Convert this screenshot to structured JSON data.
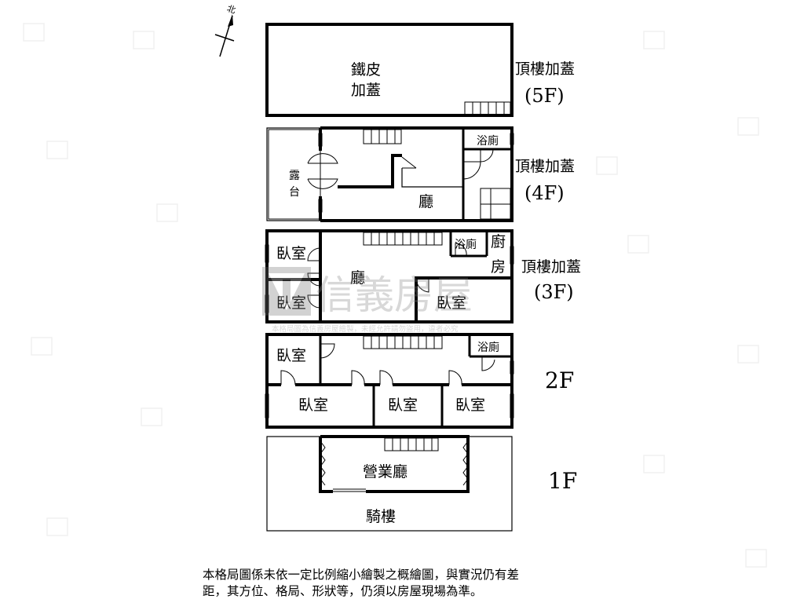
{
  "compass": {
    "label": "北",
    "icon": "north-arrow-icon"
  },
  "floors": [
    {
      "id": "5f",
      "title": "頂樓加蓋",
      "level": "(5F)",
      "rooms": {
        "main": "鐵皮",
        "main2": "加蓋"
      }
    },
    {
      "id": "4f",
      "title": "頂樓加蓋",
      "level": "(4F)",
      "rooms": {
        "terrace": "露",
        "terrace2": "台",
        "hall": "廳",
        "bath": "浴廁"
      }
    },
    {
      "id": "3f",
      "title": "頂樓加蓋",
      "level": "(3F)",
      "rooms": {
        "bedroom_nw": "臥室",
        "bedroom_sw": "臥室",
        "hall": "廳",
        "bath": "浴廁",
        "kitchen": "廚",
        "kitchen2": "房",
        "bedroom_se": "臥室"
      }
    },
    {
      "id": "2f",
      "level": "2F",
      "rooms": {
        "bedroom_nw": "臥室",
        "bath": "浴廁",
        "bedroom_1": "臥室",
        "bedroom_2": "臥室",
        "bedroom_3": "臥室"
      }
    },
    {
      "id": "1f",
      "level": "1F",
      "rooms": {
        "shop": "營業廳",
        "arcade": "騎樓"
      }
    }
  ],
  "watermark": {
    "brand": "信義房屋",
    "notice": "本格局圖為信義房屋繪製，未經允許請勿盜用，違者必究"
  },
  "disclaimer": {
    "line1": "本格局圖係未依一定比例縮小繪製之概繪圖，與實況仍有差",
    "line2": "距，其方位、格局、形狀等，仍須以房屋現場為準。"
  }
}
